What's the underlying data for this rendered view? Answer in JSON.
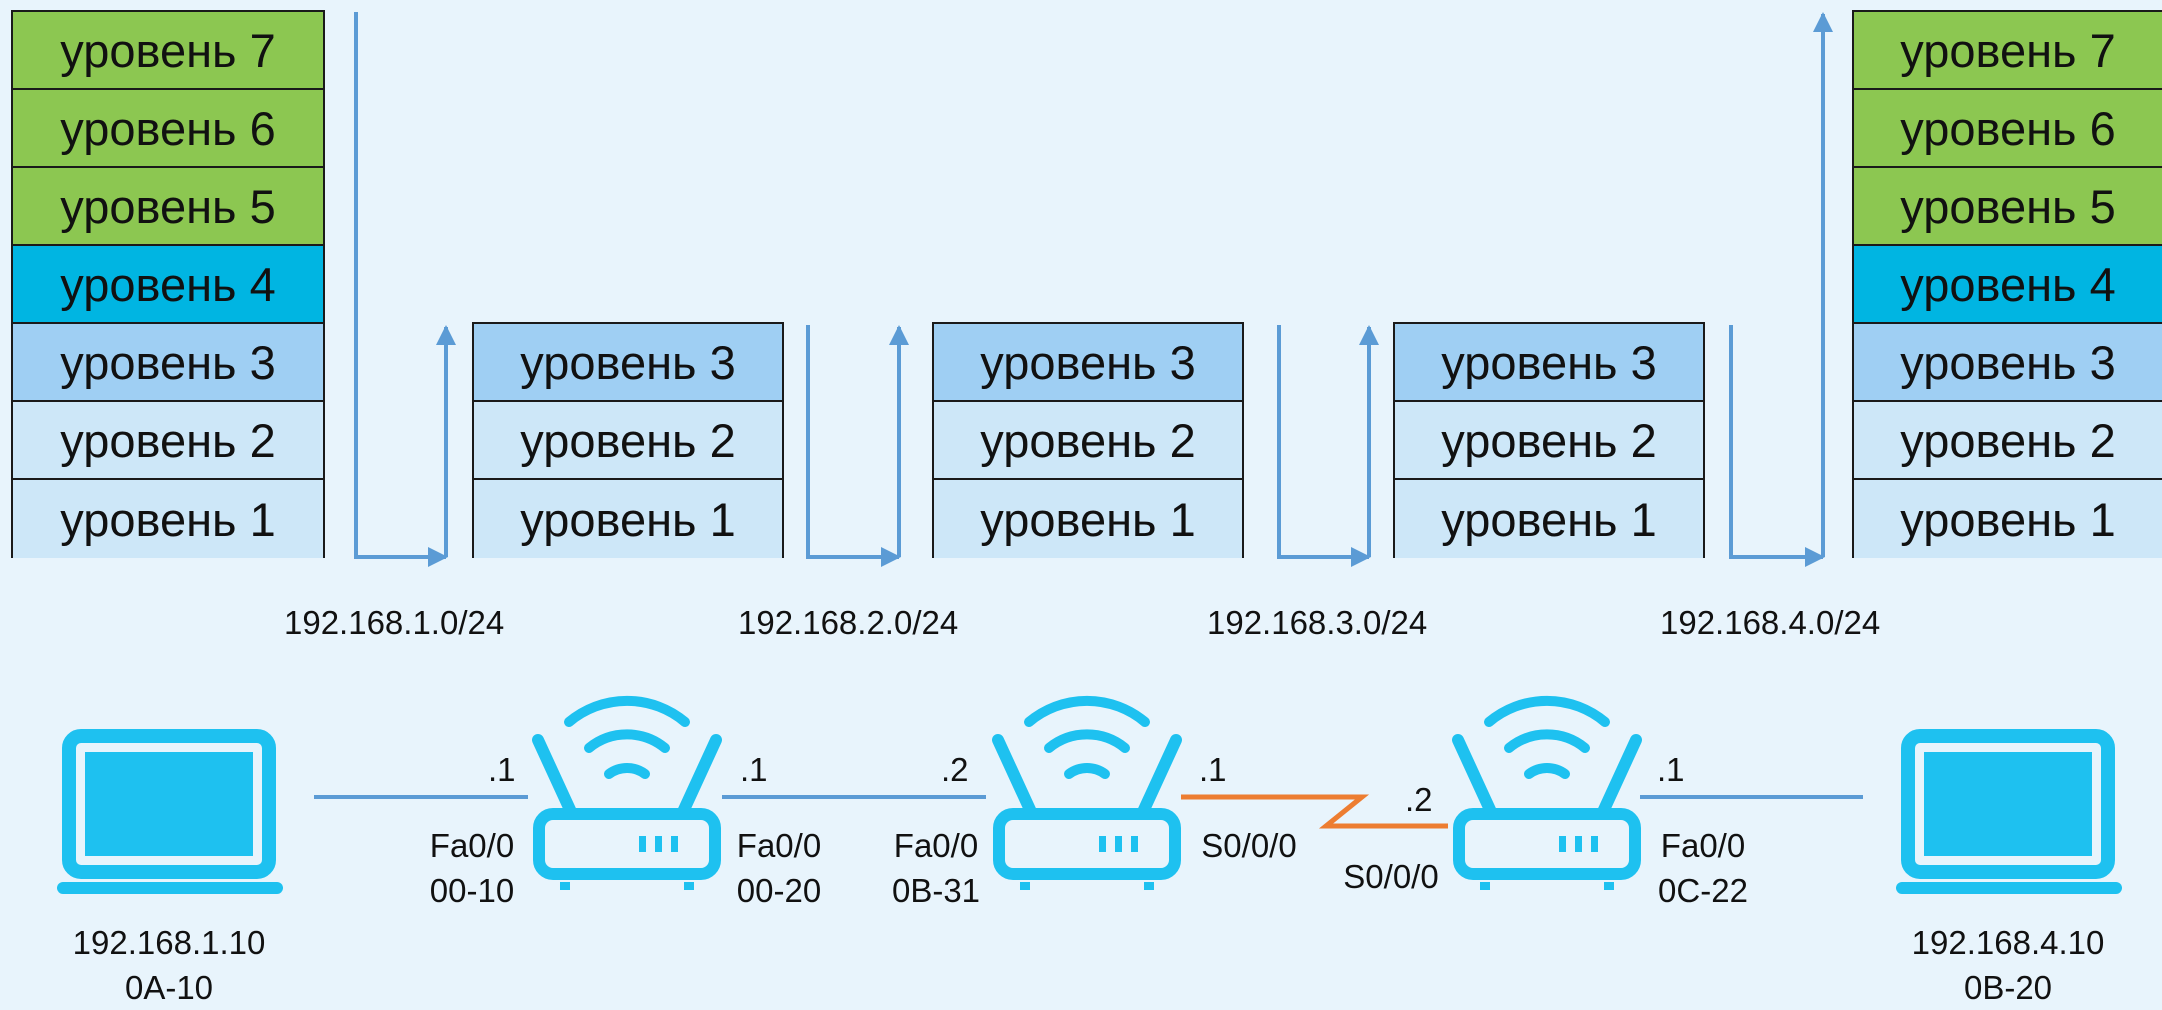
{
  "colors": {
    "background": "#e8f4fc",
    "layers_5_7": "#8cc751",
    "layer_4": "#00b5e2",
    "layer_3": "#9fcff3",
    "layers_1_2": "#cde7f8",
    "flow_arrow": "#5b9bd5",
    "device": "#1ec1f0",
    "serial_link": "#ed7d31"
  },
  "layer_label": "уровень",
  "stacks": {
    "host_left": [
      "уровень 7",
      "уровень 6",
      "уровень 5",
      "уровень 4",
      "уровень 3",
      "уровень 2",
      "уровень 1"
    ],
    "router_1": [
      "уровень 3",
      "уровень 2",
      "уровень 1"
    ],
    "router_2": [
      "уровень 3",
      "уровень 2",
      "уровень 1"
    ],
    "router_3": [
      "уровень 3",
      "уровень 2",
      "уровень 1"
    ],
    "host_right": [
      "уровень 7",
      "уровень 6",
      "уровень 5",
      "уровень 4",
      "уровень 3",
      "уровень 2",
      "уровень 1"
    ]
  },
  "networks": [
    "192.168.1.0/24",
    "192.168.2.0/24",
    "192.168.3.0/24",
    "192.168.4.0/24"
  ],
  "host_left": {
    "ip": "192.168.1.10",
    "mac": "0A-10",
    "icon": "laptop-icon"
  },
  "host_right": {
    "ip": "192.168.4.10",
    "mac": "0B-20",
    "icon": "laptop-icon"
  },
  "router_1": {
    "icon": "router-icon",
    "left": {
      "addr": ".1",
      "iface": "Fa0/0",
      "mac": "00-10"
    },
    "right": {
      "addr": ".1",
      "iface": "Fa0/0",
      "mac": "00-20"
    }
  },
  "router_2": {
    "icon": "router-icon",
    "left": {
      "addr": ".2",
      "iface": "Fa0/0",
      "mac": "0B-31"
    },
    "right": {
      "addr": ".1",
      "iface": "S0/0/0"
    }
  },
  "router_3": {
    "icon": "router-icon",
    "left": {
      "addr": ".2",
      "iface": "S0/0/0"
    },
    "right": {
      "addr": ".1",
      "iface": "Fa0/0",
      "mac": "0C-22"
    }
  }
}
